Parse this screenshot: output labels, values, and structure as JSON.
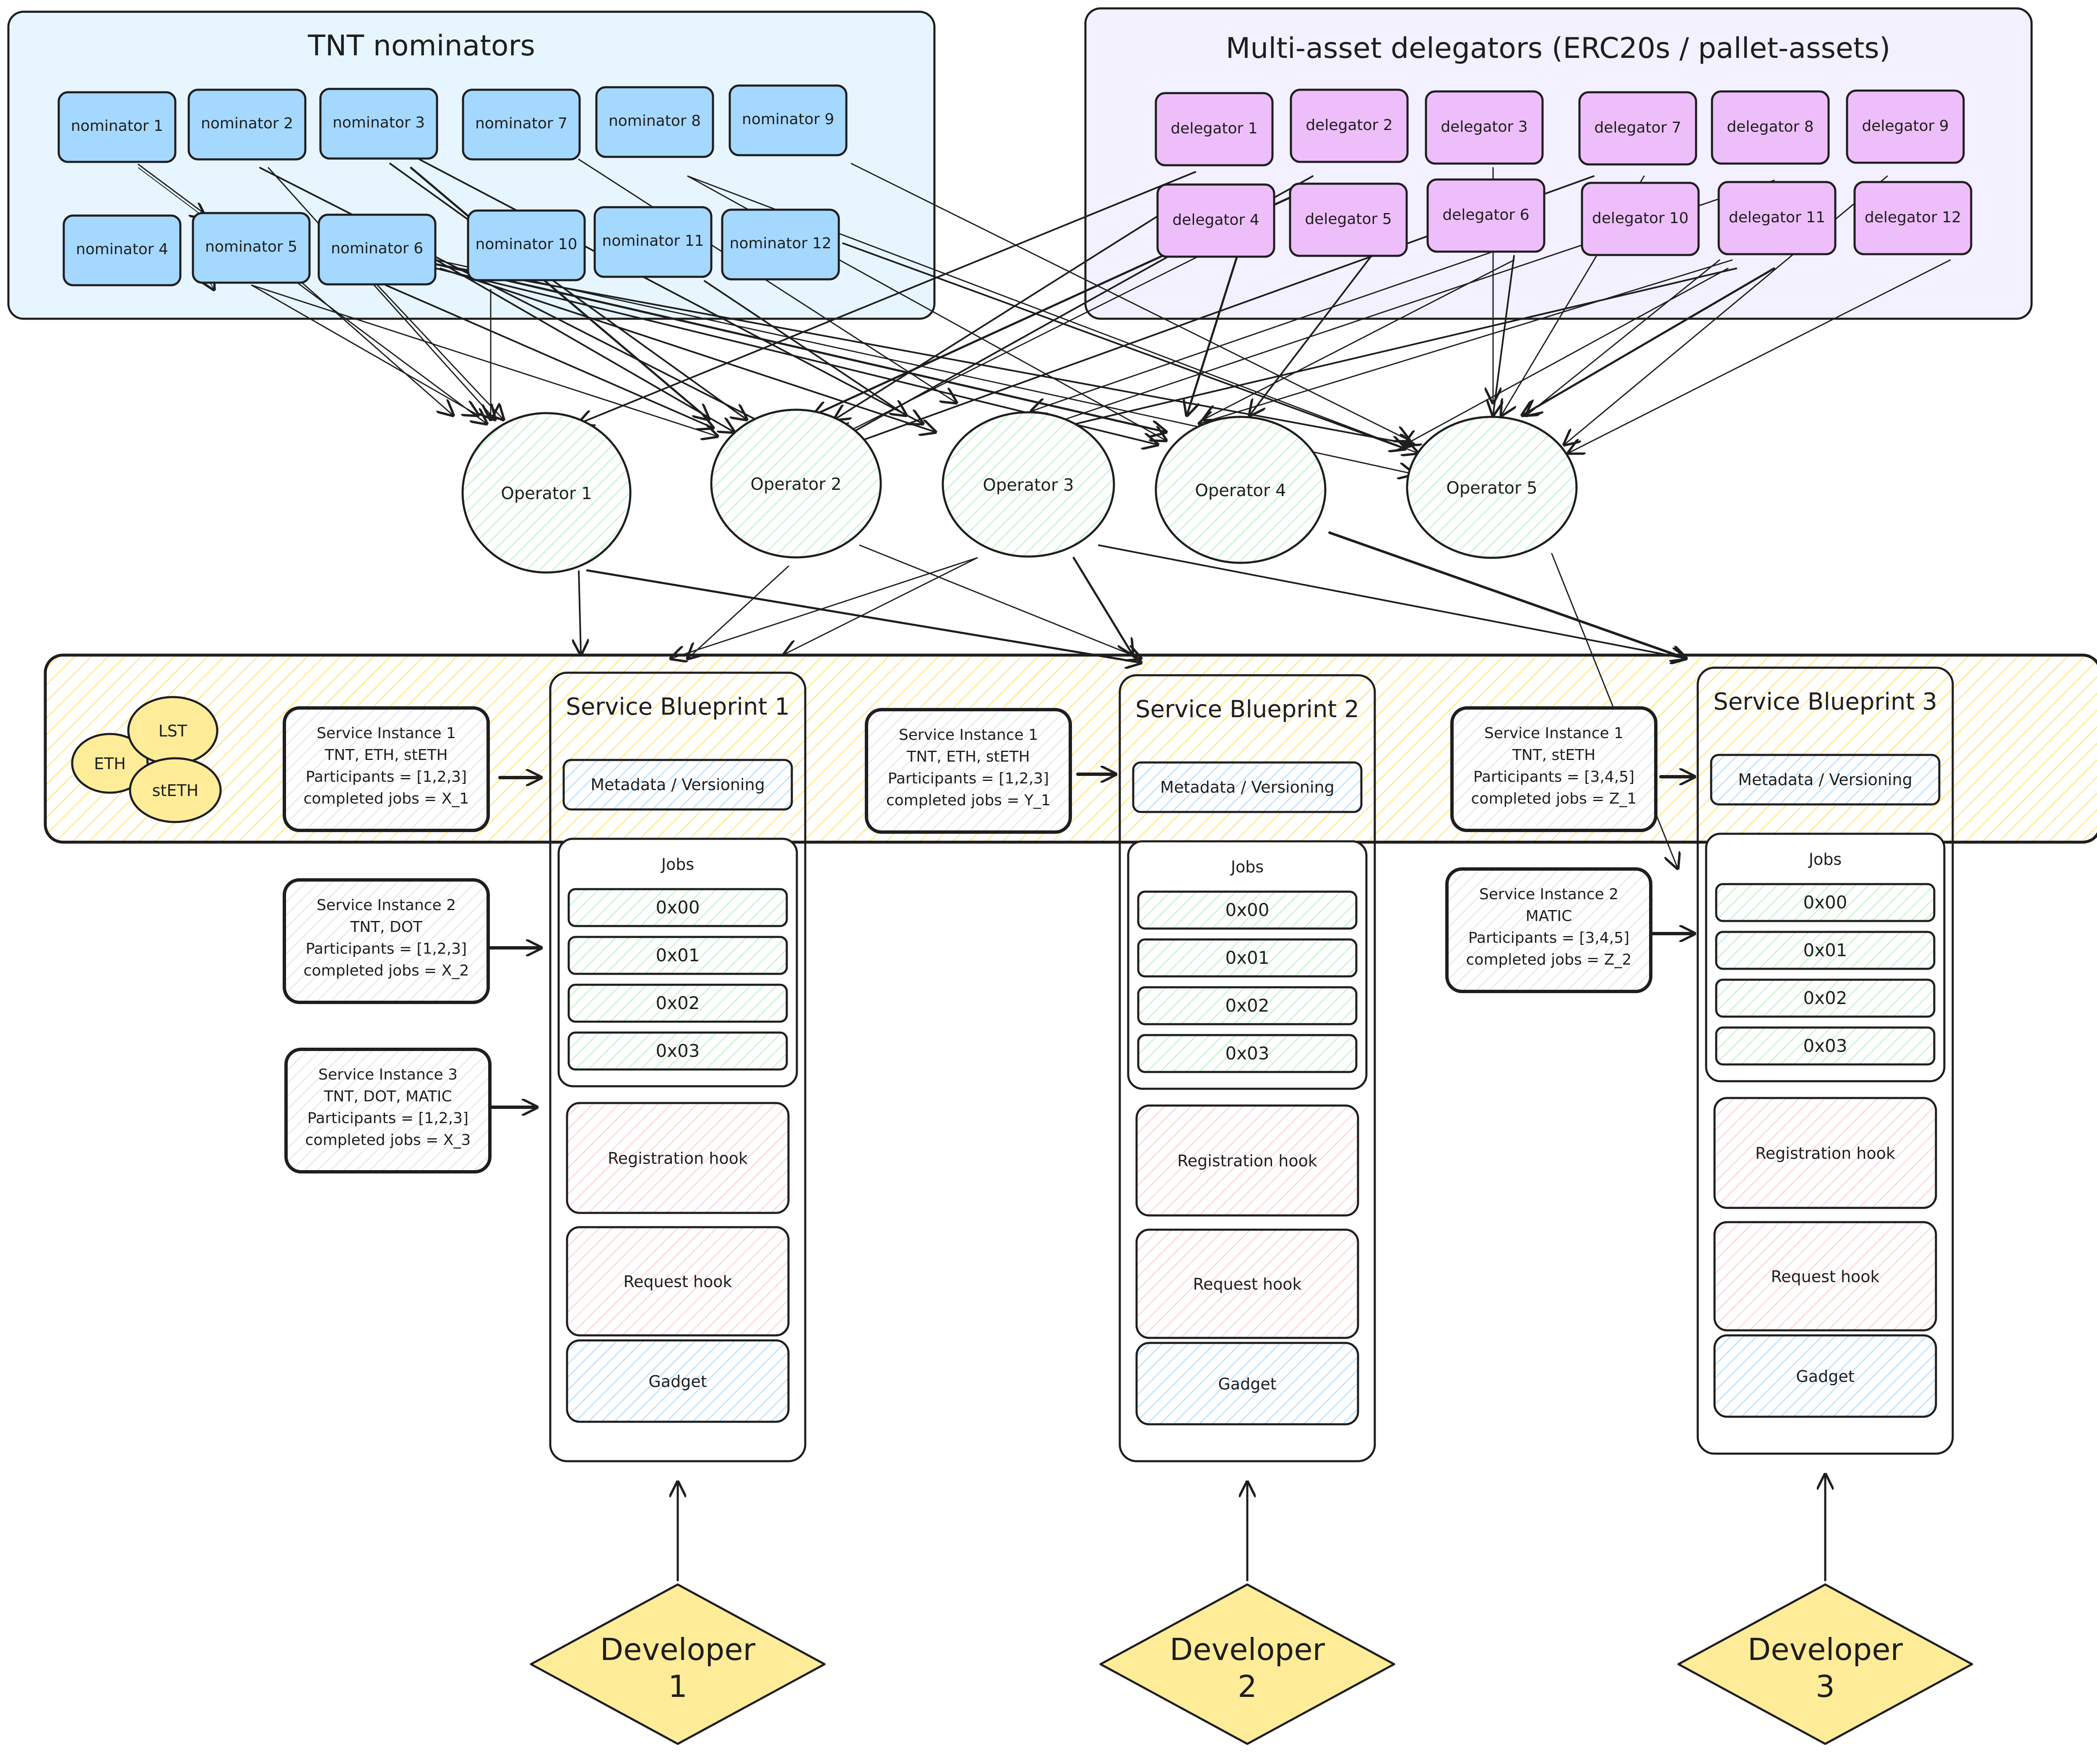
{
  "groups": {
    "nominators": {
      "title": "TNT nominators",
      "fill": "#e7f5ff",
      "node_fill": "#a5d8ff",
      "items": [
        "nominator 1",
        "nominator 2",
        "nominator 3",
        "nominator 7",
        "nominator 8",
        "nominator 9",
        "nominator 4",
        "nominator 5",
        "nominator 6",
        "nominator 10",
        "nominator 11",
        "nominator 12"
      ]
    },
    "delegators": {
      "title": "Multi-asset delegators (ERC20s / pallet-assets)",
      "fill": "#f3f0ff",
      "node_fill": "#eebefa",
      "items": [
        "delegator 1",
        "delegator 2",
        "delegator 3",
        "delegator 7",
        "delegator 8",
        "delegator 9",
        "delegator 4",
        "delegator 5",
        "delegator 6",
        "delegator 10",
        "delegator 11",
        "delegator 12"
      ]
    }
  },
  "operators": {
    "fill": "#ebfbee",
    "items": [
      "Operator 1",
      "Operator 2",
      "Operator 3",
      "Operator 4",
      "Operator 5"
    ]
  },
  "assets": {
    "fill": "#ffec99",
    "items": [
      "LST",
      "ETH",
      "stETH"
    ]
  },
  "blueprints": [
    {
      "title": "Service Blueprint 1",
      "metadata": "Metadata / Versioning",
      "jobs_label": "Jobs",
      "jobs": [
        "0x00",
        "0x01",
        "0x02",
        "0x03"
      ],
      "hooks": [
        "Registration hook",
        "Request hook",
        "Gadget"
      ],
      "developer": [
        "Developer",
        "1"
      ],
      "instances": [
        [
          "Service Instance 1",
          "TNT, ETH, stETH",
          "Participants = [1,2,3]",
          "completed jobs = X_1"
        ],
        [
          "Service Instance 2",
          "TNT, DOT",
          "Participants = [1,2,3]",
          "completed jobs = X_2"
        ],
        [
          "Service Instance 3",
          "TNT, DOT, MATIC",
          "Participants = [1,2,3]",
          "completed jobs = X_3"
        ]
      ]
    },
    {
      "title": "Service Blueprint 2",
      "metadata": "Metadata / Versioning",
      "jobs_label": "Jobs",
      "jobs": [
        "0x00",
        "0x01",
        "0x02",
        "0x03"
      ],
      "hooks": [
        "Registration hook",
        "Request hook",
        "Gadget"
      ],
      "developer": [
        "Developer",
        "2"
      ],
      "instances": [
        [
          "Service Instance 1",
          "TNT, ETH, stETH",
          "Participants = [1,2,3]",
          "completed jobs = Y_1"
        ]
      ]
    },
    {
      "title": "Service Blueprint 3",
      "metadata": "Metadata / Versioning",
      "jobs_label": "Jobs",
      "jobs": [
        "0x00",
        "0x01",
        "0x02",
        "0x03"
      ],
      "hooks": [
        "Registration hook",
        "Request hook",
        "Gadget"
      ],
      "developer": [
        "Developer",
        "3"
      ],
      "instances": [
        [
          "Service Instance 1",
          "TNT, stETH",
          "Participants = [3,4,5]",
          "completed jobs = Z_1"
        ],
        [
          "Service Instance 2",
          "MATIC",
          "Participants = [3,4,5]",
          "completed jobs = Z_2"
        ]
      ]
    }
  ],
  "colors": {
    "stroke": "#1e1e1e",
    "service_band": "#fff3bf",
    "metadata": "#e7f5ff",
    "job": "#ebfbee",
    "hook_red": "#ffe3e3",
    "hook_blue": "#e7f5ff",
    "developer": "#ffec99",
    "instance": "#f1f3f5"
  }
}
